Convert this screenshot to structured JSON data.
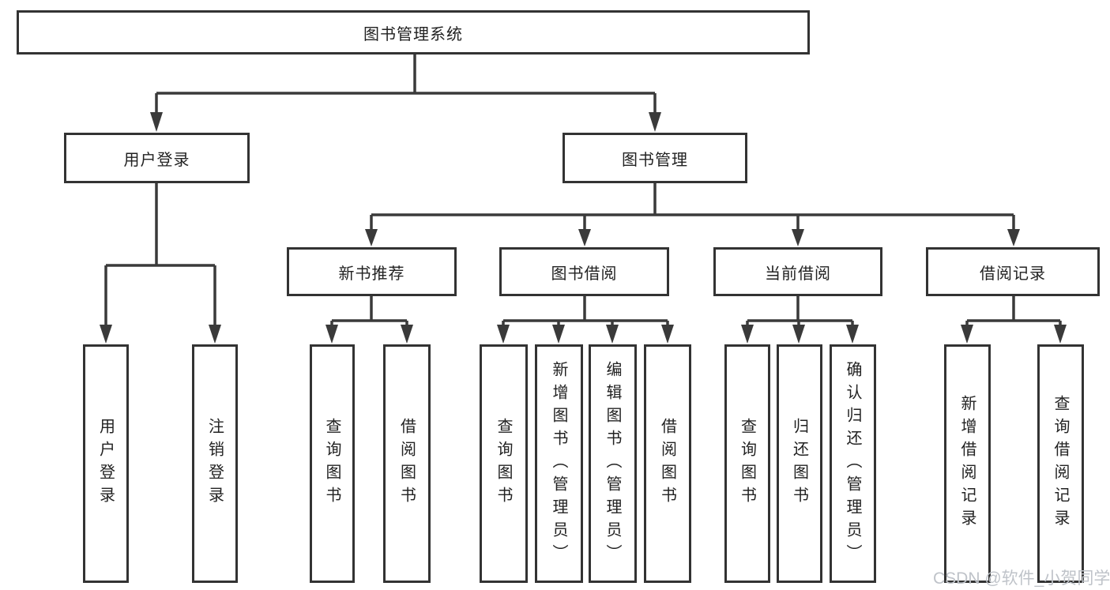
{
  "tree": {
    "root": {
      "label": "图书管理系统"
    },
    "branches": [
      {
        "label": "用户登录",
        "children": [
          {
            "label": "用户登录"
          },
          {
            "label": "注销登录"
          }
        ]
      },
      {
        "label": "图书管理",
        "children": [
          {
            "label": "新书推荐",
            "children": [
              {
                "label": "查询图书"
              },
              {
                "label": "借阅图书"
              }
            ]
          },
          {
            "label": "图书借阅",
            "children": [
              {
                "label": "查询图书"
              },
              {
                "label": "新增图书（管理员）"
              },
              {
                "label": "编辑图书（管理员）"
              },
              {
                "label": "借阅图书"
              }
            ]
          },
          {
            "label": "当前借阅",
            "children": [
              {
                "label": "查询图书"
              },
              {
                "label": "归还图书"
              },
              {
                "label": "确认归还（管理员）"
              }
            ]
          },
          {
            "label": "借阅记录",
            "children": [
              {
                "label": "新增借阅记录"
              },
              {
                "label": "查询借阅记录"
              }
            ]
          }
        ]
      }
    ]
  },
  "watermark": {
    "text": "CSDN @软件_小贺同学"
  },
  "colors": {
    "line": "#3a3a3a",
    "box_border": "#333333",
    "text": "#222222",
    "watermark": "#bfc3c9",
    "background": "#ffffff"
  }
}
